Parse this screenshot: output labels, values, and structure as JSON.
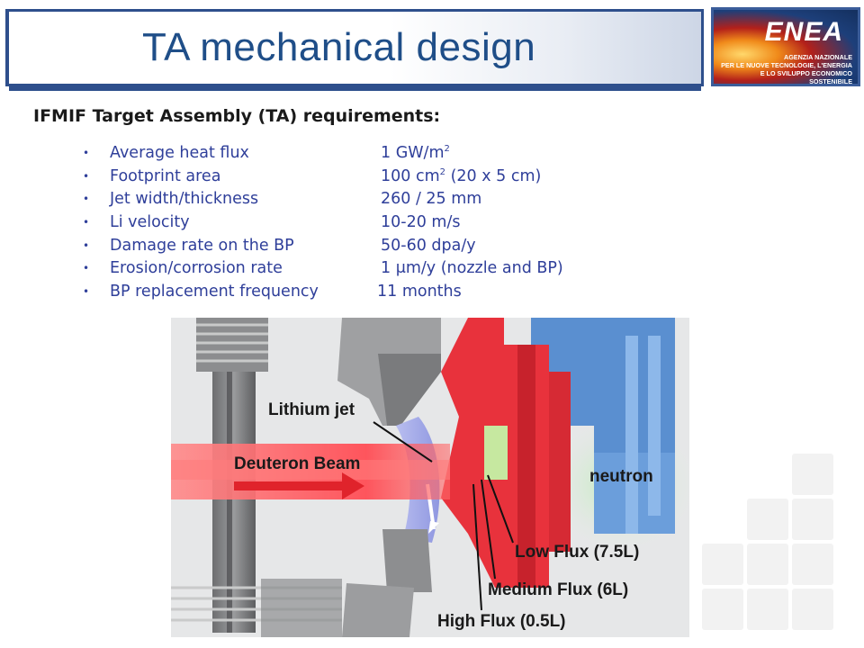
{
  "slide": {
    "title": "TA mechanical design",
    "logo": {
      "word": "ENEA",
      "subtitle_lines": [
        "AGENZIA NAZIONALE",
        "PER LE NUOVE TECNOLOGIE, L'ENERGIA",
        "E LO SVILUPPO ECONOMICO SOSTENIBILE"
      ]
    },
    "section_title": "IFMIF Target Assembly (TA) requirements:",
    "requirements": [
      {
        "label": "Average heat flux",
        "value": "1 GW/m",
        "sup": "2",
        "value_after": ""
      },
      {
        "label": "Footprint area",
        "value": "100 cm",
        "sup": "2",
        "value_after": " (20 x 5 cm)"
      },
      {
        "label": "Jet width/thickness",
        "value": "260 / 25 mm",
        "sup": "",
        "value_after": ""
      },
      {
        "label": "Li velocity",
        "value": "10-20 m/s",
        "sup": "",
        "value_after": ""
      },
      {
        "label": "Damage rate on the BP",
        "value": "50-60 dpa/y",
        "sup": "",
        "value_after": ""
      },
      {
        "label": "Erosion/corrosion rate",
        "value": "1 μm/y (nozzle and BP)",
        "sup": "",
        "value_after": ""
      },
      {
        "label": "BP replacement frequency",
        "value": "11 months",
        "sup": "",
        "value_after": ""
      }
    ],
    "figure_labels": {
      "lithium_jet": "Lithium jet",
      "deuteron_beam": "Deuteron Beam",
      "neutron": "neutron",
      "low_flux": "Low Flux (7.5L)",
      "medium_flux": "Medium Flux (6L)",
      "high_flux": "High Flux (0.5L)"
    },
    "colors": {
      "title": "#1f4e88",
      "header_border": "#2e4f8c",
      "list_text": "#2f3f9a",
      "beam": "#ff5a5a",
      "target_red": "#e8323c",
      "blue_structure": "#5a8fd0"
    }
  }
}
